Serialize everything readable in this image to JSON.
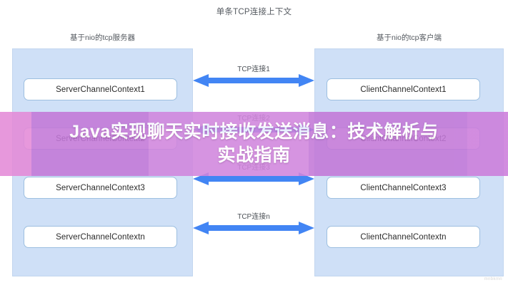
{
  "diagram": {
    "title": "单条TCP连接上下文",
    "left_panel": {
      "caption": "基于nio的tcp服务器",
      "boxes": [
        {
          "label": "ServerChannelContext1"
        },
        {
          "label": "ServerChannelContext2"
        },
        {
          "label": "ServerChannelContext3"
        },
        {
          "label": "ServerChannelContextn"
        }
      ]
    },
    "right_panel": {
      "caption": "基于nio的tcp客户端",
      "boxes": [
        {
          "label": "ClientChannelContext1"
        },
        {
          "label": "ClientChannelContext2"
        },
        {
          "label": "ClientChannelContext3"
        },
        {
          "label": "ClientChannelContextn"
        }
      ]
    },
    "connections": [
      {
        "label": "TCP连接1"
      },
      {
        "label": "TCP连接2"
      },
      {
        "label": "TCP连接3"
      },
      {
        "label": "TCP连接n"
      }
    ],
    "colors": {
      "panel_fill": "#cfe0f7",
      "panel_border": "#c2d6ef",
      "box_fill": "#ffffff",
      "box_border": "#9dbfe0",
      "arrow": "#4285f4",
      "banner_pink": "#e48ad8",
      "banner_purple": "#c378d8"
    }
  },
  "banner": {
    "line1": "Java实现聊天实时接收发送消息：技术解析与",
    "line2": "实战指南"
  },
  "watermark": {
    "text": "mnbkmn"
  }
}
